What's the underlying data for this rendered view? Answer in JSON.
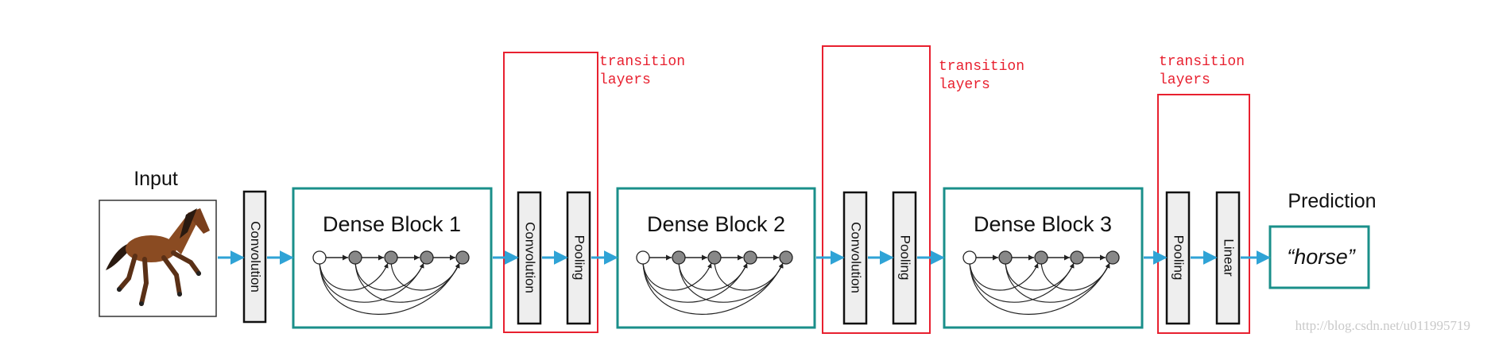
{
  "title": "",
  "input": {
    "label": "Input",
    "image": "horse-photo"
  },
  "stem": {
    "label": "Convolution"
  },
  "dense_blocks": [
    {
      "label": "Dense Block 1"
    },
    {
      "label": "Dense Block 2"
    },
    {
      "label": "Dense Block 3"
    }
  ],
  "transitions": [
    {
      "annotation": [
        "transition",
        "layers"
      ],
      "layers": [
        "Convolution",
        "Pooling"
      ]
    },
    {
      "annotation": [
        "transition",
        "layers"
      ],
      "layers": [
        "Convolution",
        "Pooling"
      ]
    },
    {
      "annotation": [
        "transition",
        "layers"
      ],
      "layers": [
        "Pooling",
        "Linear"
      ]
    }
  ],
  "prediction": {
    "label": "Prediction",
    "value": "“horse”"
  },
  "watermark": "http://blog.csdn.net/u011995719",
  "colors": {
    "teal": "#1a8f8a",
    "red": "#e8202f",
    "arrow": "#2fa3d6",
    "layer_fill": "#eeeeee",
    "node_fill": "#888888",
    "node_input_fill": "#ffffff",
    "horse_body": "#8a4b22",
    "horse_dark": "#2a1a10"
  }
}
